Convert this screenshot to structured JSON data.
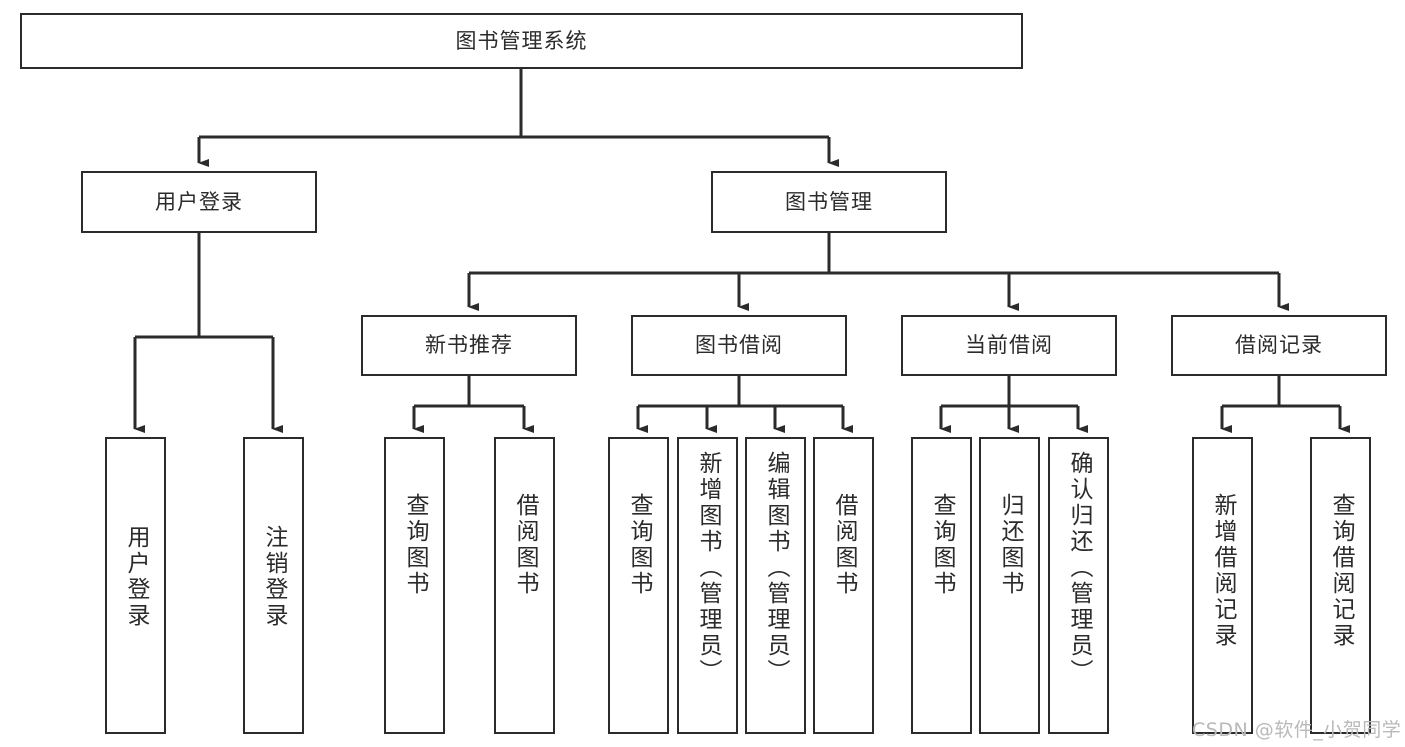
{
  "diagram": {
    "type": "tree-hierarchy-chart",
    "title": "图书管理系统",
    "stroke_color": "#2b2b2b",
    "fill_color": "#ffffff",
    "text_color": "#2b2b2b",
    "root": {
      "label": "图书管理系统"
    },
    "level2": [
      {
        "label": "用户登录"
      },
      {
        "label": "图书管理"
      }
    ],
    "level3": [
      {
        "label": "新书推荐"
      },
      {
        "label": "图书借阅"
      },
      {
        "label": "当前借阅"
      },
      {
        "label": "借阅记录"
      }
    ],
    "leaves": {
      "user_login": [
        {
          "label": "用户登录"
        },
        {
          "label": "注销登录"
        }
      ],
      "new_book_recommend": [
        {
          "label": "查询图书"
        },
        {
          "label": "借阅图书"
        }
      ],
      "book_borrow": [
        {
          "label": "查询图书"
        },
        {
          "label": "新增图书（管理员）"
        },
        {
          "label": "编辑图书（管理员）"
        },
        {
          "label": "借阅图书"
        }
      ],
      "current_borrow": [
        {
          "label": "查询图书"
        },
        {
          "label": "归还图书"
        },
        {
          "label": "确认归还（管理员）"
        }
      ],
      "borrow_record": [
        {
          "label": "新增借阅记录"
        },
        {
          "label": "查询借阅记录"
        }
      ]
    }
  },
  "watermark": {
    "text": "CSDN @软件_小贺同学"
  }
}
